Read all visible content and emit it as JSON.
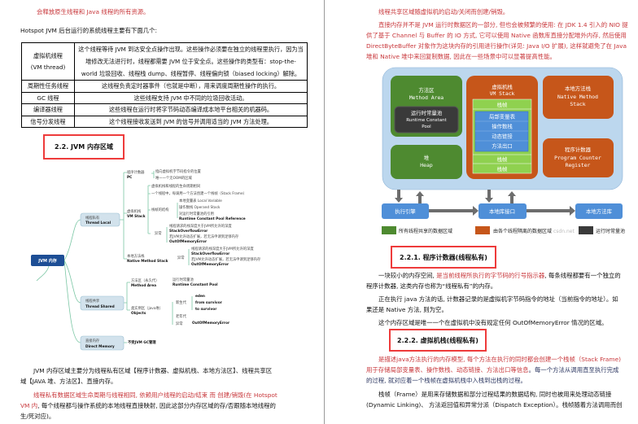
{
  "left": {
    "intro_red": "会释放原生线程和 Java 线程的所有资源。",
    "hotspot_intro": "Hotspot JVM 后台运行的系统线程主要有下面几个:",
    "table": [
      {
        "name": [
          "虚拟机线程",
          "(VM thread)"
        ],
        "desc": [
          "这个线程等待 JVM 到达安全点操作出现。这些操作必须要在独立的线程里执行，因为当",
          "堆修改无法进行时，线程都需要 JVM 位于安全点。这些操作的类型有：stop-the-",
          "world 垃圾回收、线程栈 dump、线程暂停、线程偏向锁（biased locking）解除。"
        ]
      },
      {
        "name": [
          "周期性任务线程"
        ],
        "desc": [
          "这线程负责定时器事件（也就是中断），用来调度周期性操作的执行。"
        ]
      },
      {
        "name": [
          "GC 线程"
        ],
        "desc": [
          "这些线程支持 JVM 中不同的垃圾回收活动。"
        ]
      },
      {
        "name": [
          "编译器线程"
        ],
        "desc": [
          "这些线程在运行时将字节码动态编译成本地平台相关的机器码。"
        ]
      },
      {
        "name": [
          "信号分发线程"
        ],
        "desc": [
          "这个线程接收发送到 JVM 的信号并调用适当的 JVM 方法处理。"
        ]
      }
    ],
    "heading": "2.2. JVM 内存区域",
    "mindmap": {
      "root": "JVM 内存",
      "thread_local": [
        "线程私有",
        "Thread Local"
      ],
      "pc": [
        "程序计数器",
        "PC"
      ],
      "pc_items": [
        "指向虚拟机字节码指令的位置",
        "唯一一个无OOM的区域"
      ],
      "vm_stack": [
        "虚拟机栈",
        "VM Stack"
      ],
      "vm_items": [
        "虚拟机栈和线程的生命周期相同",
        "一个线程中，每调用一个方法创建一个栈帧（Stack Frame）"
      ],
      "frame_struct": "栈帧的结构",
      "frame_items": [
        "本地变量表 Local Variable",
        "操作数栈 Operand Stack",
        "对运行时常量池的引用",
        "Runtime Constant Pool Reference"
      ],
      "exception": "异常",
      "vm_exc": [
        "线程请求的栈深度大于JVM所允许的深度",
        "StackOverflowError",
        "若JVM允许动态扩展，若无法申请到足够内存",
        "OutOfMemoryError"
      ],
      "native": [
        "本地方法栈",
        "Native Method Stack"
      ],
      "native_exc": [
        "线程请求的栈深度大于JVM所允许的深度",
        "StackOverflowError",
        "若JVM允许动态扩展，若无法申请到足够内存",
        "OutOfMemoryError"
      ],
      "thread_shared": [
        "线程共享",
        "Thread Shared"
      ],
      "method_area": [
        "方法区（永久代）",
        "Method Area"
      ],
      "method_items": [
        "运行时常量池",
        "Runtime Constant Pool"
      ],
      "objects": [
        "类实例区（java堆）",
        "Objects"
      ],
      "young": "新生代",
      "young_items": [
        "eden",
        "from survivor",
        "to survivor"
      ],
      "old": "老年代",
      "objects_exc": "OutOfMemoryError",
      "direct": [
        "直接内存",
        "Direct Memory"
      ],
      "direct_item": "不受JVM GC管理"
    },
    "para1": [
      "JVM 内存区域主要分为线程私有区域【程序计数器、虚拟机栈、本地方法区】、线程共享区",
      "域【JAVA 堆、方法区】、直接内存。"
    ],
    "para2_red": "线程私有数据区域生命周期与线程相同, 依赖用户线程的启动/结束 而 创建/销毁(在 Hotspot",
    "para2_red2": "VM 内",
    "para2_rest": ", 每个线程都与操作系统的本地线程直接映射, 因此这部分内存区域的存/否跟随本地线程的",
    "para2_last": "生/死对应)。"
  },
  "right": {
    "line1": "线程共享区域随虚拟机的启动/关闭而创建/销毁。",
    "para1": [
      "直接内存并不是 JVM 运行时数据区的一部分, 但也会被频繁的使用: 在 JDK 1.4 引入的 NIO 提",
      "供了基于 Channel 与 Buffer 的 IO 方式, 它可以使用 Native 函数库直接分配堆外内存, 然后使用",
      "DirectByteBuffer 对象作为这块内存的引用进行操作(详见: Java I/O 扩展), 这样就避免了在 Java",
      "堆和 Native 堆中来回复制数据, 因此在一些场景中可以显著提高性能。"
    ],
    "diagram": {
      "method_area": [
        "方法区",
        "Method Area"
      ],
      "runtime_pool": [
        "运行时常量池",
        "Runtime Constant",
        "Pool"
      ],
      "heap": [
        "堆",
        "Heap"
      ],
      "vm_stack": [
        "虚拟机栈",
        "VM Stack"
      ],
      "frame": "栈帧",
      "frame_items": [
        "局部变量表",
        "操作数栈",
        "动态链接",
        "方法出口"
      ],
      "native_stack": [
        "本地方法栈",
        "Native Method",
        "Stack"
      ],
      "pc": [
        "程序计数器",
        "Program Counter",
        "Register"
      ],
      "engine": "执行引擎",
      "native_iface": "本地库接口",
      "native_lib": "本地方法库",
      "legend": [
        "所有线程共享的数据区域",
        "由各个线程隔离的数据区域",
        "运行时常量池"
      ],
      "watermark": "csdn.net",
      "colors": {
        "container": "#bcd7ee",
        "green": "#4e8a30",
        "orange": "#c6561a",
        "dark": "#3a3a3a",
        "frame": "#8fd14f",
        "blue": "#4f8fd8",
        "gray": "#6d6d6d"
      }
    },
    "h221": "2.2.1. 程序计数器(线程私有)",
    "p221a_pre": "一块较小的内存空间,",
    "p221a_red": " 是当前线程所执行的字节码的行号指示器",
    "p221a_post": ", 每条线程都要有一个独立的",
    "p221a_2": "程序计数器, 这类内存也称为“线程私有”的内存。",
    "p221b": [
      "正在执行 java 方法的话, 计数器记录的是虚拟机字节码指令的地址（当前指令的地址）。如",
      "果还是 Native 方法, 则为空。"
    ],
    "p221c": "这个内存区域是唯一一个在虚拟机中没有规定任何 OutOfMemoryError 情况的区域。",
    "h222": "2.2.2. 虚拟机栈(线程私有)",
    "p222a_red1": "是描述java方法执行的内存模型, 每个方法在执行的同时都会创建一个栈帧（Stack Frame)",
    "p222a_red2": "用于存储局部变量表、操作数栈、动态链接、方法出口等信息",
    "p222a_post": "。每一个方法从调用直至执行完成",
    "p222a_3": "的过程, 就对应着一个栈帧在虚拟机栈中入栈到出栈的过程。",
    "p222b": [
      "栈帧（Frame）是用来存储数据和部分过程结果的数据结构, 同时也被用来处理动态链接",
      "(Dynamic Linking)、 方法返回值和异常分派（Dispatch Exception）。栈帧随着方法调用而创"
    ]
  }
}
